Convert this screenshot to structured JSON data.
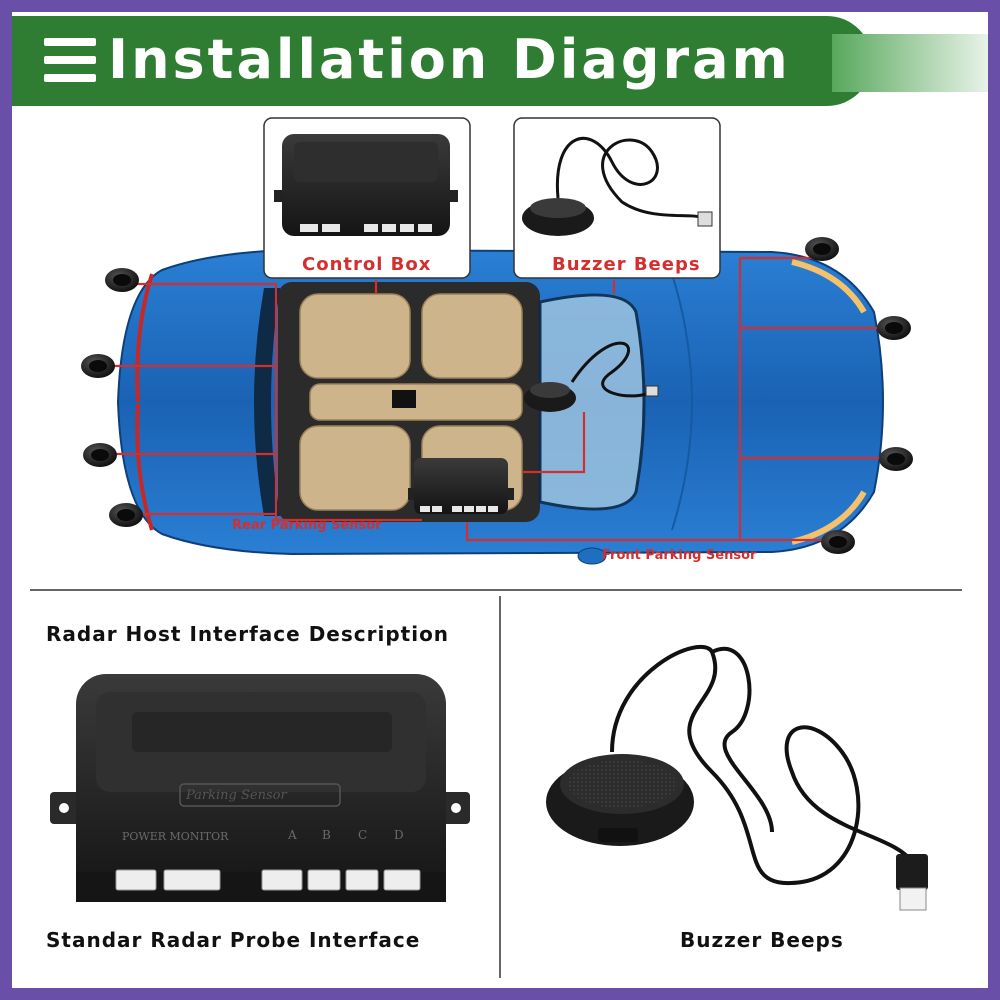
{
  "title": "Installation Diagram",
  "insets": {
    "control_box": "Control Box",
    "buzzer_beeps": "Buzzer Beeps"
  },
  "labels": {
    "rear_sensor": "Rear Parking Sensor",
    "front_sensor": "Front Parking Sensor"
  },
  "bottom": {
    "host_description": "Radar Host Interface Description",
    "probe_interface": "Standar Radar Probe Interface",
    "buzzer": "Buzzer Beeps"
  },
  "device": {
    "brand_text": "Parking Sensor",
    "power_monitor": "POWER MONITOR",
    "ports": [
      "A",
      "B",
      "C",
      "D"
    ]
  },
  "colors": {
    "banner_green": "#2e7d32",
    "frame_purple": "#6a4fa8",
    "car_blue": "#1f6fc0",
    "wire_red": "#d32f2f",
    "device_black": "#1c1c1c"
  }
}
